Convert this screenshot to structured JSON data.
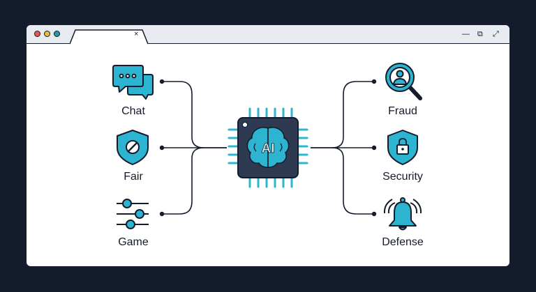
{
  "window": {
    "tab_close_glyph": "×",
    "controls": {
      "minimize": "—",
      "maximize": "⧉",
      "expand": "⤢"
    }
  },
  "hub": {
    "chip_label": "AI"
  },
  "left_nodes": [
    {
      "label": "Chat",
      "icon": "chat-bubbles-icon"
    },
    {
      "label": "Fair",
      "icon": "shield-slash-icon"
    },
    {
      "label": "Game",
      "icon": "sliders-icon"
    }
  ],
  "right_nodes": [
    {
      "label": "Fraud",
      "icon": "magnifier-user-icon"
    },
    {
      "label": "Security",
      "icon": "shield-lock-icon"
    },
    {
      "label": "Defense",
      "icon": "bell-alarm-icon"
    }
  ],
  "colors": {
    "background": "#131b2c",
    "accent": "#2cb4d0",
    "chip": "#2d3a52",
    "titlebar": "#e8ebef"
  }
}
